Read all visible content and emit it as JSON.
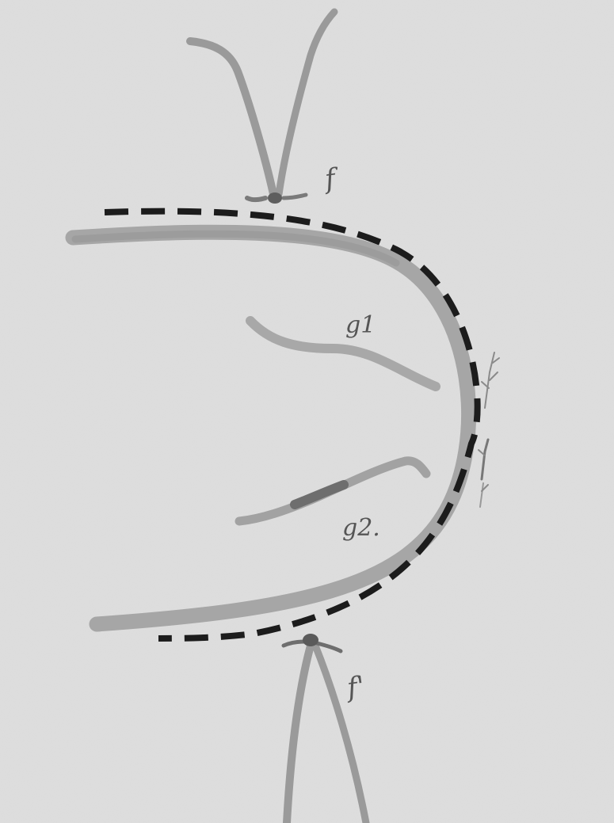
{
  "labels": {
    "f_top": "f",
    "g1": "g1",
    "g2": "g2.",
    "f_bottom": "f'"
  },
  "colors": {
    "paper": "#dedede",
    "paper_edge": "#cfcfcf",
    "wash": "#9a9a9a",
    "wash_light": "#b0b0b0",
    "wash_dark": "#6e6e6e",
    "dash": "#1c1c1c",
    "pencil": "#555555"
  }
}
